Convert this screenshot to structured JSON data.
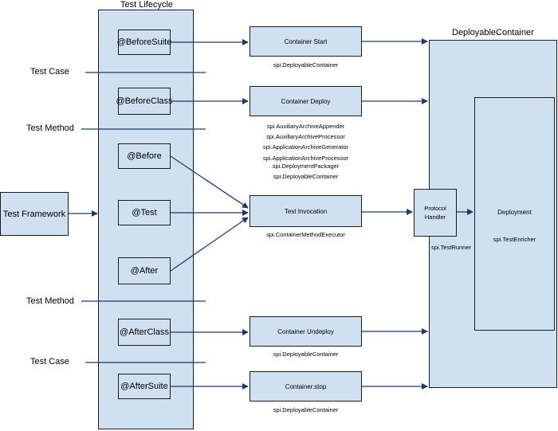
{
  "lifecycle": {
    "title": "Test Lifecycle",
    "hooks": {
      "before_suite": "@BeforeSuite",
      "before_class": "@BeforeClass",
      "before": "@Before",
      "test": "@Test",
      "after": "@After",
      "after_class": "@AfterClass",
      "after_suite": "@AfterSuite"
    }
  },
  "framework": {
    "label": "Test Framework"
  },
  "scopes": {
    "test_case_top": "Test Case",
    "test_method_top": "Test Method",
    "test_method_bottom": "Test Method",
    "test_case_bottom": "Test Case"
  },
  "processes": {
    "container_start": {
      "label": "Container Start",
      "spi": "spi.DeployableContainer"
    },
    "container_deploy": {
      "label": "Container Deploy",
      "spi": [
        "spi.AuxiliaryArchiveAppender",
        "spi.AuxillaryArchiveProcessor",
        "spi.ApplicationArchiveGenerator",
        "spi.ApplicationArchiveProcessor",
        "spi.DeploymentPackager",
        "spi.DeployableContainer"
      ]
    },
    "test_invocation": {
      "label": "Test Invocation",
      "spi": "spi.ContainerMethodExecutor"
    },
    "container_undeploy": {
      "label": "Container Undeploy",
      "spi": "spi.DeployableContainer"
    },
    "container_stop": {
      "label": "Container.stop",
      "spi": "spi.DeployableContainer"
    }
  },
  "container": {
    "title": "DeployableContainer",
    "protocol_handler": {
      "label_line1": "Protocol",
      "label_line2": "Handler",
      "spi": "spi.TestRunner"
    },
    "deployment": {
      "label": "Deployment",
      "spi": "spi.TestEnricher"
    }
  },
  "colors": {
    "box_fill": "#cfe0f1",
    "box_border": "#1c1c1c",
    "arrow": "#1f3b63"
  }
}
